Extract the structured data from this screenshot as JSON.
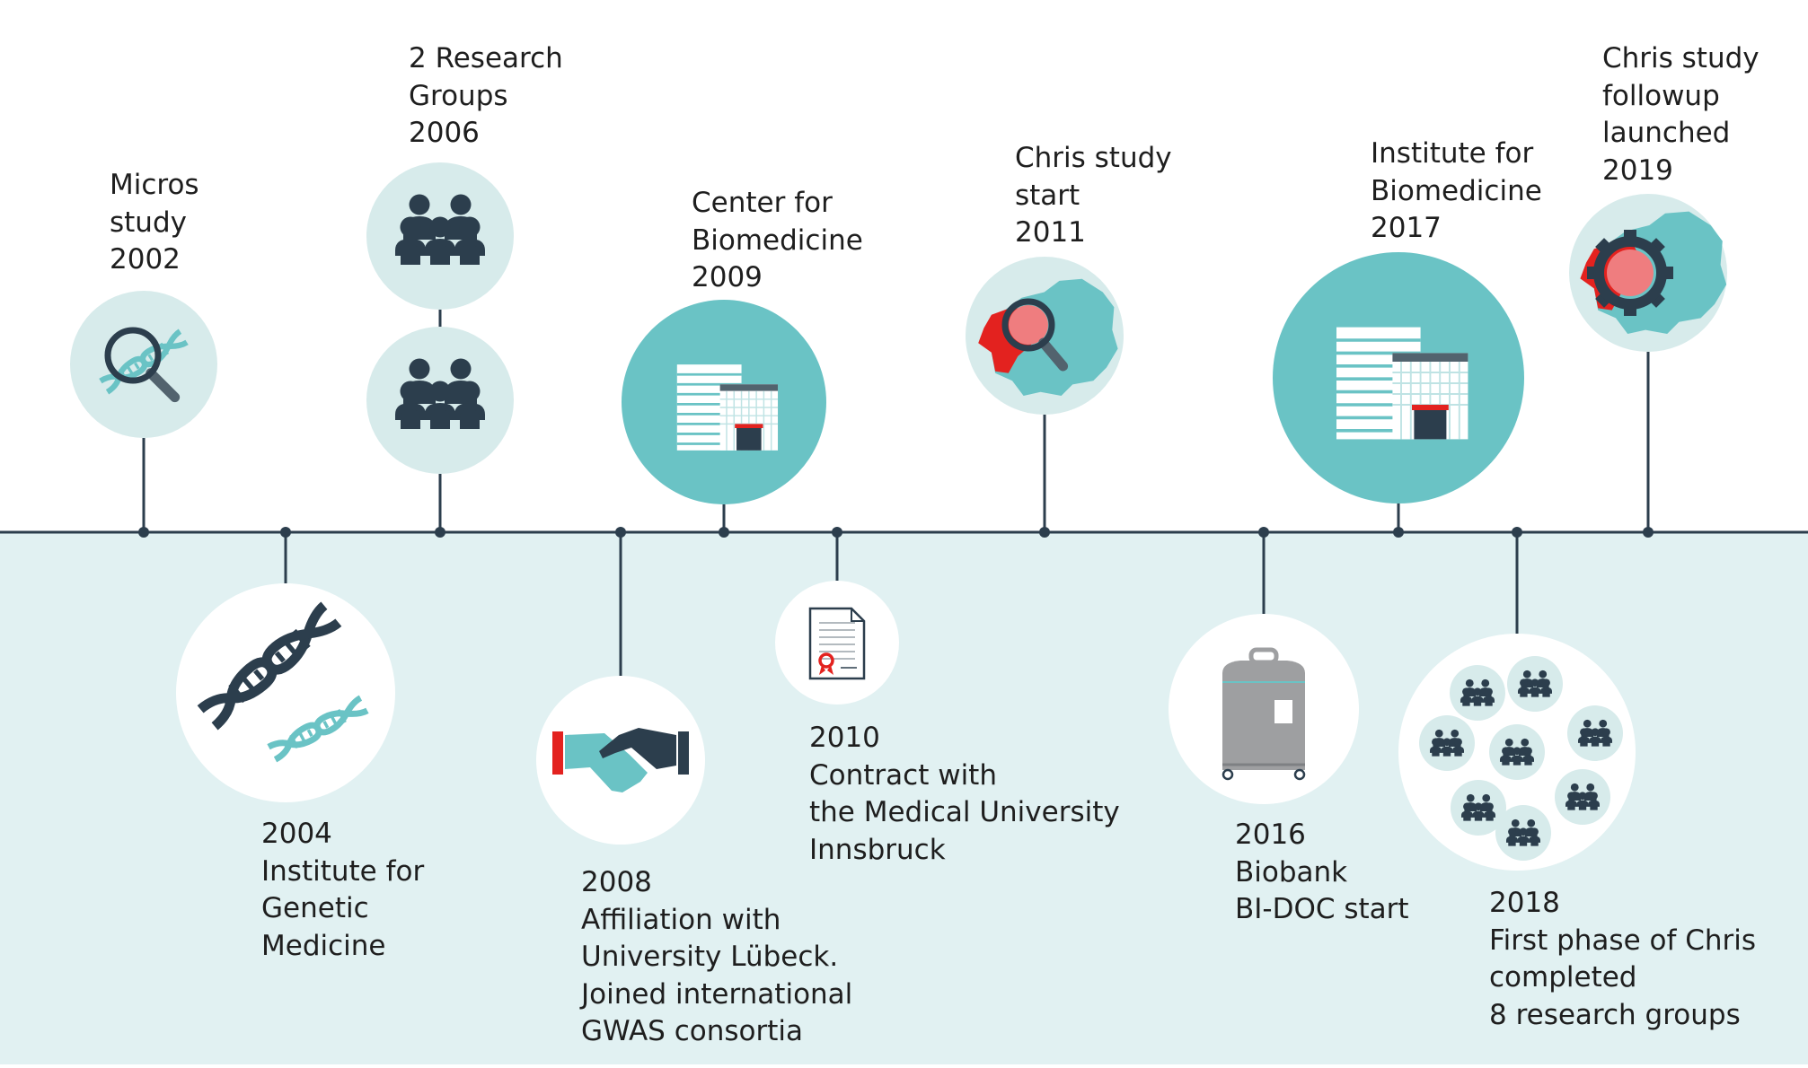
{
  "colors": {
    "band": "#e1f1f2",
    "line": "#2c3e4d",
    "teal": "#6ac3c5",
    "light_circle": "#d7ebeb",
    "white_circle": "#ffffff",
    "dark": "#2c3e4d",
    "red": "#e3221f",
    "pink": "#ef7d7f",
    "grey": "#9e9fa1"
  },
  "events": [
    {
      "id": "micros-2002",
      "lines": [
        "Micros",
        "study",
        "2002"
      ],
      "icon": "magnifier-dna-icon"
    },
    {
      "id": "igm-2004",
      "lines": [
        "2004",
        "Institute for",
        "Genetic",
        "Medicine"
      ],
      "icon": "dna-helix-icon"
    },
    {
      "id": "groups-2006",
      "lines": [
        "2 Research",
        "Groups",
        "2006"
      ],
      "icon": "research-group-icon"
    },
    {
      "id": "luebeck-2008",
      "lines": [
        "2008",
        "Affiliation with",
        "University Lübeck.",
        "Joined international",
        "GWAS consortia"
      ],
      "icon": "handshake-icon"
    },
    {
      "id": "cbm-2009",
      "lines": [
        "Center for",
        "Biomedicine",
        "2009"
      ],
      "icon": "building-icon"
    },
    {
      "id": "contract-2010",
      "lines": [
        "2010",
        "Contract with",
        "the Medical University",
        "Innsbruck"
      ],
      "icon": "contract-document-icon"
    },
    {
      "id": "chris-2011",
      "lines": [
        "Chris study",
        "start",
        "2011"
      ],
      "icon": "map-magnifier-icon"
    },
    {
      "id": "biobank-2016",
      "lines": [
        "2016",
        "Biobank",
        "BI-DOC start"
      ],
      "icon": "biobank-tank-icon"
    },
    {
      "id": "ibm-2017",
      "lines": [
        "Institute for",
        "Biomedicine",
        "2017"
      ],
      "icon": "building-icon"
    },
    {
      "id": "chris-2018",
      "lines": [
        "2018",
        "First phase of Chris",
        "completed",
        "8 research groups"
      ],
      "icon": "research-groups-cluster-icon"
    },
    {
      "id": "chris-2019",
      "lines": [
        "Chris study",
        "followup",
        "launched",
        "2019"
      ],
      "icon": "map-gear-icon"
    }
  ]
}
